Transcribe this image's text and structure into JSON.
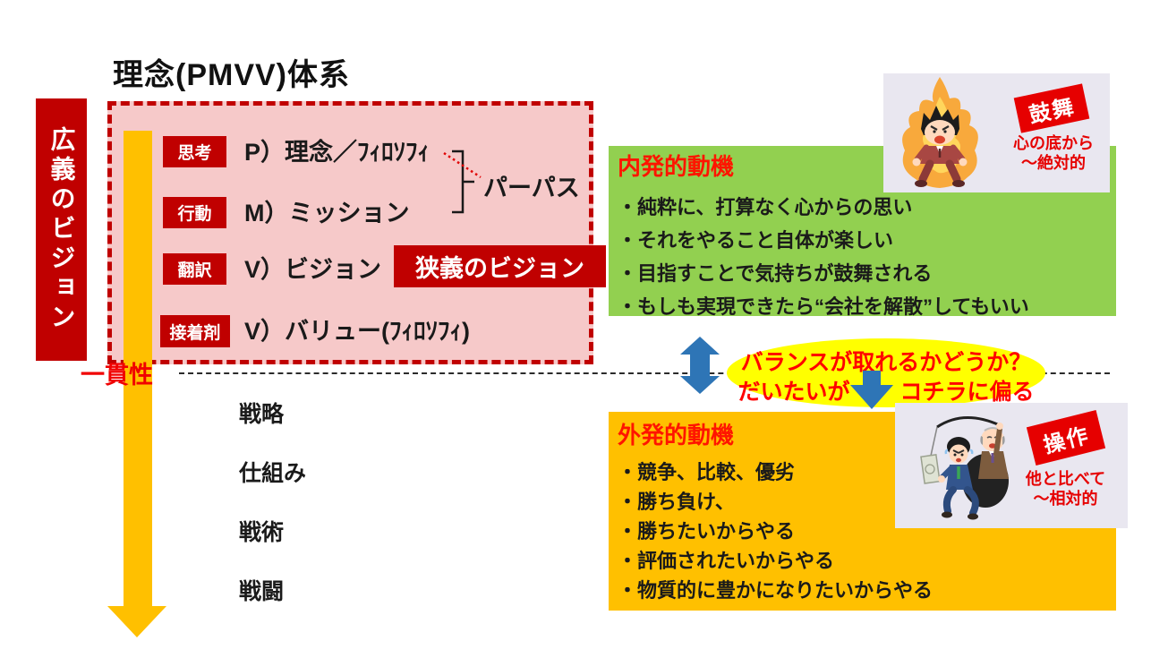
{
  "title": "理念(PMVV)体系",
  "left_axis": {
    "broad_vision_label": "広義のビジョン",
    "consistency_label": "一貫性"
  },
  "pmvv_box": {
    "rows": [
      {
        "badge": "思考",
        "text": "P）理念／ﾌｨﾛｿﾌｨ"
      },
      {
        "badge": "行動",
        "text": "M）ミッション"
      },
      {
        "badge": "翻訳",
        "text": "V）ビジョン"
      },
      {
        "badge": "接着剤",
        "text": "V）バリュー(ﾌｨﾛｿﾌｨ)"
      }
    ],
    "narrow_vision_tag": "狭義のビジョン",
    "purpose_label": "パーパス"
  },
  "execution_levels": [
    "戦略",
    "仕組み",
    "戦術",
    "戦闘"
  ],
  "intrinsic_box": {
    "title": "内発的動機",
    "bullets": [
      "・純粋に、打算なく心からの思い",
      "・それをやること自体が楽しい",
      "・目指すことで気持ちが鼓舞される",
      "・もしも実現できたら“会社を解散”してもいい"
    ],
    "sticker": {
      "badge": "鼓舞",
      "caption_line1": "心の底から",
      "caption_line2": "～絶対的"
    }
  },
  "extrinsic_box": {
    "title": "外発的動機",
    "bullets": [
      "・競争、比較、優劣",
      "・勝ち負け、",
      "・勝ちたいからやる",
      "・評価されたいからやる",
      "・物質的に豊かになりたいからやる"
    ],
    "sticker": {
      "badge": "操作",
      "caption_line1": "他と比べて",
      "caption_line2": "～相対的"
    }
  },
  "balance_note": {
    "line1": "バランスが取れるかどうか？",
    "line2_prefix": "だいたいが",
    "line2_suffix": "コチラに偏る"
  },
  "icons": {
    "up_down_arrow": "⬍",
    "down_arrow": "⬇",
    "flow_arrow": "↓"
  },
  "colors": {
    "dark_red": "#c00000",
    "bright_red": "#ff0000",
    "sticker_badge_red": "#e60000",
    "pink_fill": "#f6c9c9",
    "green_fill": "#92d050",
    "gold_fill": "#ffc000",
    "yellow_balloon": "#ffff00",
    "arrow_blue": "#2e75b6",
    "sticker_bg": "#e9e7f0"
  }
}
